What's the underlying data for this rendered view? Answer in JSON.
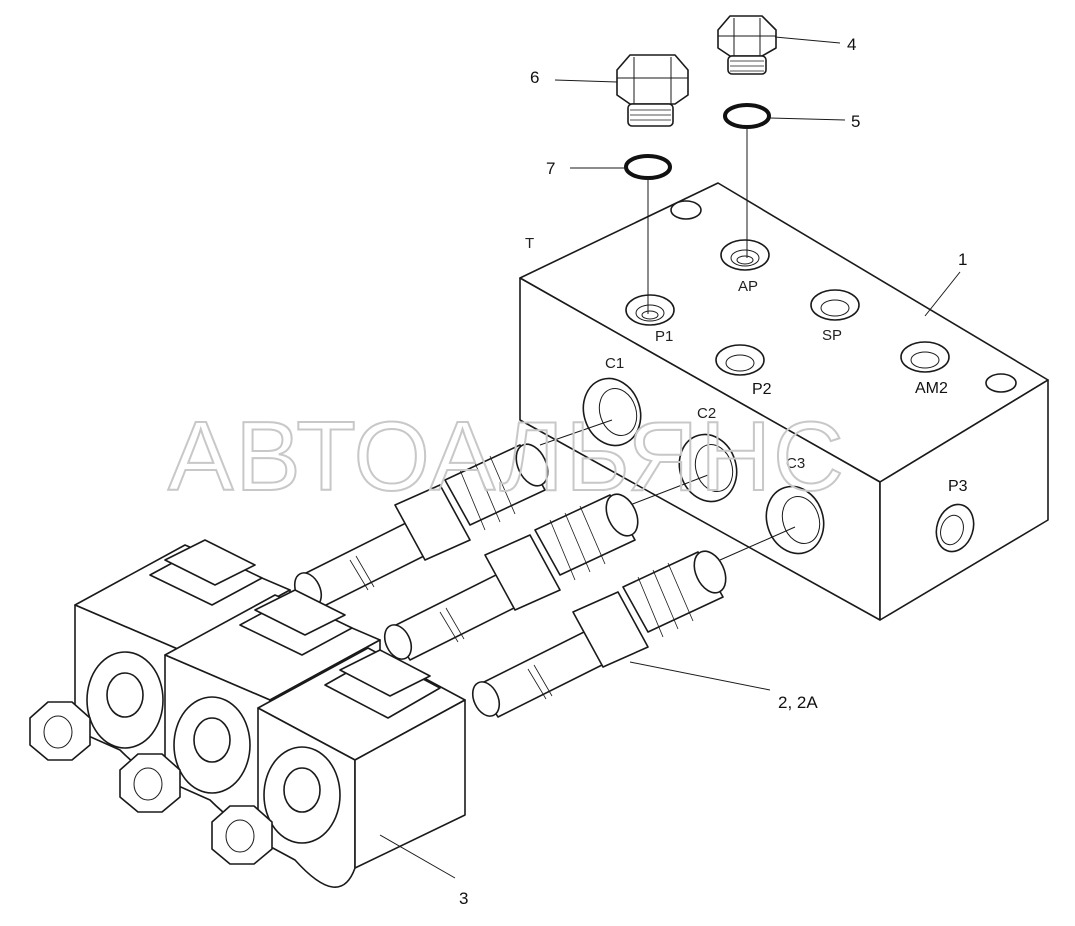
{
  "watermark": "АВТОАЛЬЯНС",
  "callouts": {
    "c1": "1",
    "c23": "2, 2A",
    "c3": "3",
    "c4": "4",
    "c5": "5",
    "c6": "6",
    "c7": "7"
  },
  "ports": {
    "t": "T",
    "ap": "AP",
    "p1": "P1",
    "sp": "SP",
    "p2": "P2",
    "am2": "AM2",
    "c1": "C1",
    "c2": "C2",
    "c3": "C3",
    "p3": "P3"
  }
}
